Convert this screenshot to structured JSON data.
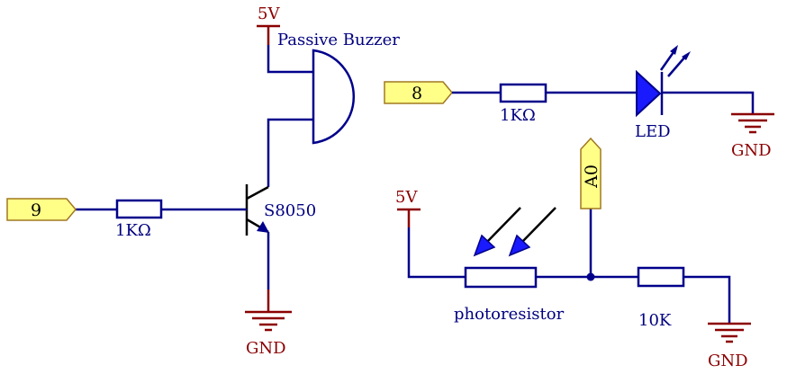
{
  "labels": {
    "buzzer": "Passive Buzzer",
    "transistor": "S8050",
    "photoresistor": "photoresistor",
    "led": "LED",
    "r_buzzer": "1KΩ",
    "r_led": "1KΩ",
    "r_pull": "10K",
    "vcc_buzzer": "5V",
    "vcc_photo": "5V",
    "gnd_transistor": "GND",
    "gnd_led": "GND",
    "gnd_pull": "GND",
    "pin9": "9",
    "pin8": "8",
    "pinA0": "A0"
  },
  "colors": {
    "wire": "#00008b",
    "power": "#8b0000",
    "tag_fill": "#ffff88",
    "led_fill": "#1a1aff"
  }
}
